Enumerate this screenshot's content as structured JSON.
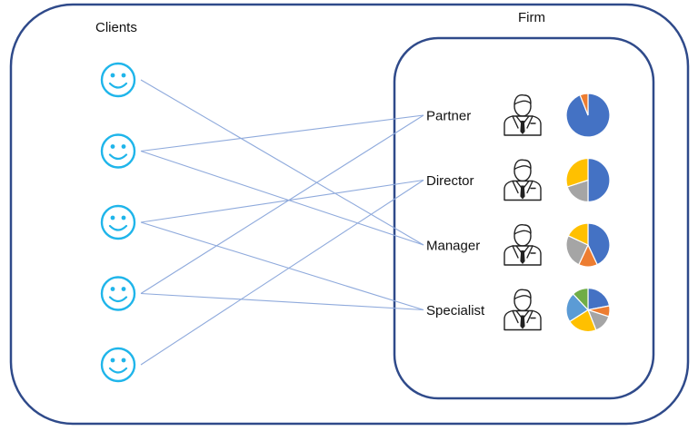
{
  "labels": {
    "clients": "Clients",
    "firm": "Firm"
  },
  "colors": {
    "frame": "#2f4a8a",
    "client_icon": "#1fb5ea",
    "connector": "#8faadc",
    "person_stroke": "#222222",
    "pie_blue": "#4472c4",
    "pie_orange": "#ed7d31",
    "pie_gray": "#a5a5a5",
    "pie_yellow": "#ffc000",
    "pie_lightblue": "#5b9bd5",
    "pie_green": "#70ad47"
  },
  "roles": [
    {
      "name": "Partner",
      "icon": "businessman-icon"
    },
    {
      "name": "Director",
      "icon": "businessman-icon"
    },
    {
      "name": "Manager",
      "icon": "businessman-icon"
    },
    {
      "name": "Specialist",
      "icon": "businessman-icon"
    }
  ],
  "clients": [
    {
      "icon": "smiley-icon",
      "links": [
        "Manager"
      ]
    },
    {
      "icon": "smiley-icon",
      "links": [
        "Partner",
        "Manager"
      ]
    },
    {
      "icon": "smiley-icon",
      "links": [
        "Director",
        "Specialist"
      ]
    },
    {
      "icon": "smiley-icon",
      "links": [
        "Partner",
        "Specialist"
      ]
    },
    {
      "icon": "smiley-icon",
      "links": [
        "Director"
      ]
    }
  ],
  "pies": [
    {
      "role": "Partner",
      "slices": [
        {
          "value": 94,
          "color": "#4472c4"
        },
        {
          "value": 6,
          "color": "#ed7d31"
        }
      ]
    },
    {
      "role": "Director",
      "slices": [
        {
          "value": 50,
          "color": "#4472c4"
        },
        {
          "value": 20,
          "color": "#a5a5a5"
        },
        {
          "value": 30,
          "color": "#ffc000"
        }
      ]
    },
    {
      "role": "Manager",
      "slices": [
        {
          "value": 43,
          "color": "#4472c4"
        },
        {
          "value": 14,
          "color": "#ed7d31"
        },
        {
          "value": 25,
          "color": "#a5a5a5"
        },
        {
          "value": 18,
          "color": "#ffc000"
        }
      ]
    },
    {
      "role": "Specialist",
      "slices": [
        {
          "value": 22,
          "color": "#4472c4"
        },
        {
          "value": 8,
          "color": "#ed7d31"
        },
        {
          "value": 14,
          "color": "#a5a5a5"
        },
        {
          "value": 22,
          "color": "#ffc000"
        },
        {
          "value": 22,
          "color": "#5b9bd5"
        },
        {
          "value": 12,
          "color": "#70ad47"
        }
      ]
    }
  ]
}
